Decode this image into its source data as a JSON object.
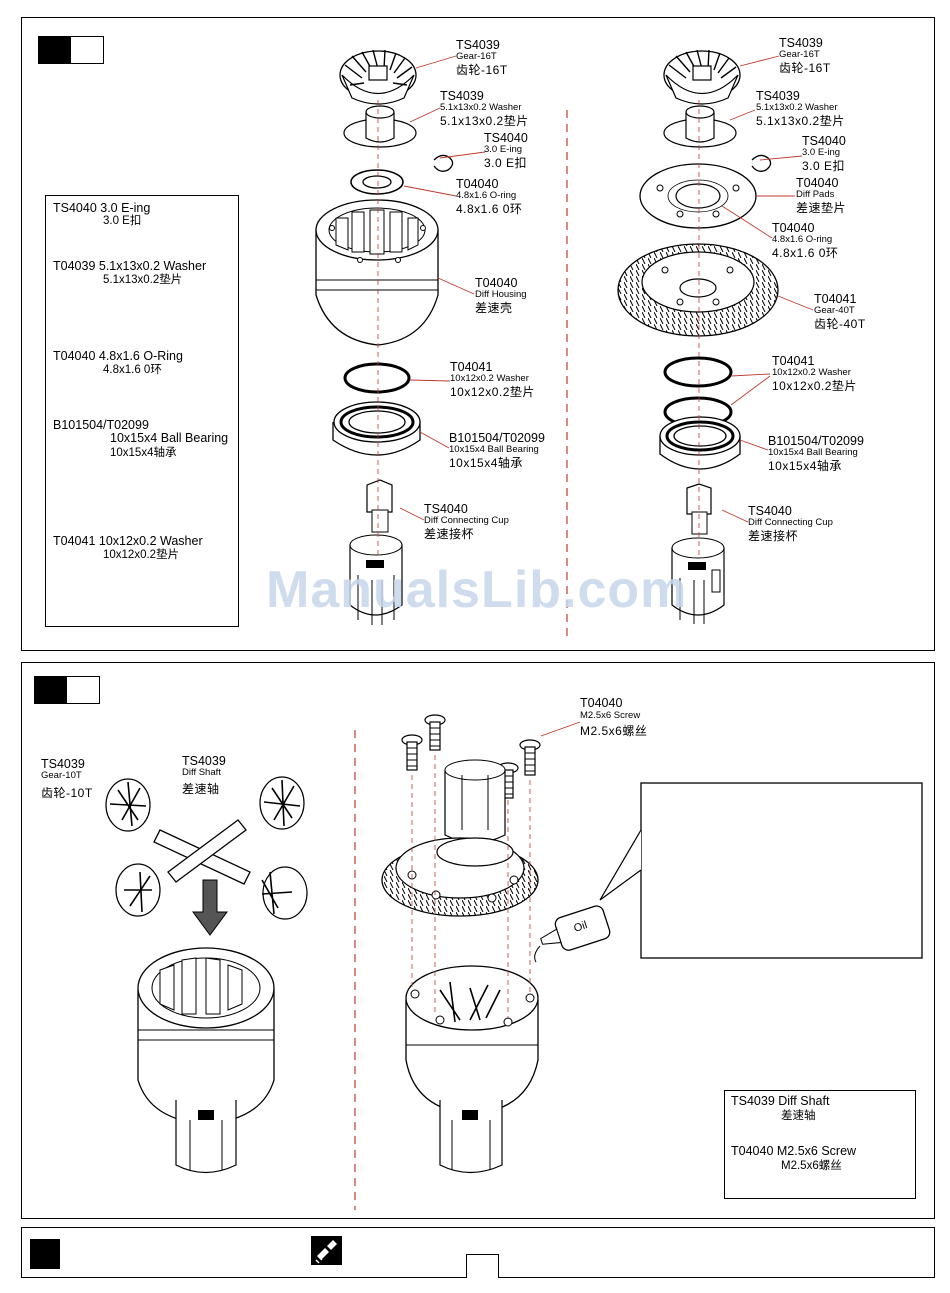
{
  "watermark": "ManualsLib.com",
  "top_panel": {
    "legend": {
      "items": [
        {
          "title": "TS4040 3.0 E-ing",
          "cn": "3.0 E扣"
        },
        {
          "title": "T04039 5.1x13x0.2 Washer",
          "cn": "5.1x13x0.2垫片"
        },
        {
          "title": "T04040 4.8x1.6 O-Ring",
          "cn": "4.8x1.6 0环"
        },
        {
          "title": "B101504/T02099",
          "sub": "10x15x4 Ball Bearing",
          "cn": "10x15x4轴承"
        },
        {
          "title": "T04041 10x12x0.2 Washer",
          "cn": "10x12x0.2垫片"
        }
      ]
    },
    "left_stack": [
      {
        "code": "TS4039",
        "en": "Gear-16T",
        "cn": "齿轮-16T"
      },
      {
        "code": "TS4039",
        "en": "5.1x13x0.2 Washer",
        "cn": "5.1x13x0.2垫片"
      },
      {
        "code": "TS4040",
        "en": "3.0 E-ing",
        "cn": "3.0 E扣"
      },
      {
        "code": "T04040",
        "en": "4.8x1.6 O-ring",
        "cn": "4.8x1.6 0环"
      },
      {
        "code": "T04040",
        "en": "Diff Housing",
        "cn": "差速壳"
      },
      {
        "code": "T04041",
        "en": "10x12x0.2 Washer",
        "cn": "10x12x0.2垫片"
      },
      {
        "code": "B101504/T02099",
        "en": "10x15x4 Ball Bearing",
        "cn": "10x15x4轴承"
      },
      {
        "code": "TS4040",
        "en": "Diff Connecting Cup",
        "cn": "差速接杯"
      }
    ],
    "right_stack": [
      {
        "code": "TS4039",
        "en": "Gear-16T",
        "cn": "齿轮-16T"
      },
      {
        "code": "TS4039",
        "en": "5.1x13x0.2 Washer",
        "cn": "5.1x13x0.2垫片"
      },
      {
        "code": "TS4040",
        "en": "3.0 E-ing",
        "cn": "3.0 E扣"
      },
      {
        "code": "T04040",
        "en": "Diff Pads",
        "cn": "差速垫片"
      },
      {
        "code": "T04040",
        "en": "4.8x1.6 O-ring",
        "cn": "4.8x1.6 0环"
      },
      {
        "code": "T04041",
        "en": "Gear-40T",
        "cn": "齿轮-40T"
      },
      {
        "code": "T04041",
        "en": "10x12x0.2 Washer",
        "cn": "10x12x0.2垫片"
      },
      {
        "code": "B101504/T02099",
        "en": "10x15x4 Ball Bearing",
        "cn": "10x15x4轴承"
      },
      {
        "code": "TS4040",
        "en": "Diff Connecting Cup",
        "cn": "差速接杯"
      }
    ]
  },
  "bottom_panel": {
    "gear10": {
      "code": "TS4039",
      "en": "Gear-10T",
      "cn": "齿轮-10T"
    },
    "diff_shaft": {
      "code": "TS4039",
      "en": "Diff Shaft",
      "cn": "差速轴"
    },
    "screw": {
      "code": "T04040",
      "en": "M2.5x6 Screw",
      "cn": "M2.5x6螺丝"
    },
    "oil_label": "Oil",
    "legend": {
      "items": [
        {
          "title": "TS4039 Diff Shaft",
          "cn": "差速轴"
        },
        {
          "title": "T04040 M2.5x6 Screw",
          "cn": "M2.5x6螺丝"
        }
      ]
    }
  }
}
